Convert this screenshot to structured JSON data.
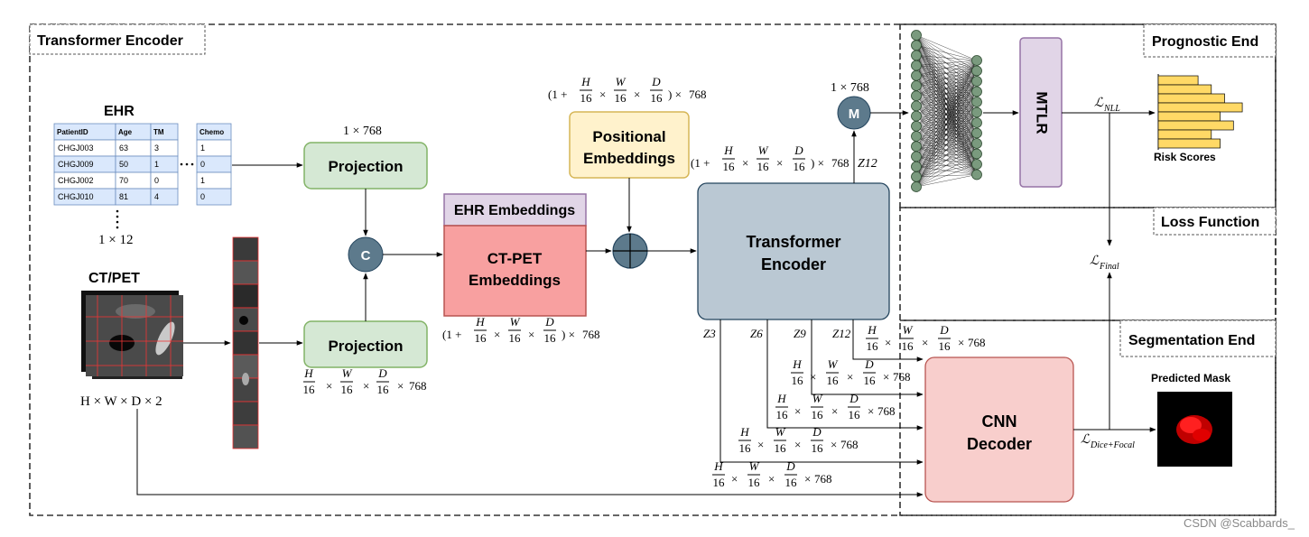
{
  "sections": {
    "transformer_encoder": "Transformer Encoder",
    "prognostic_end": "Prognostic End",
    "loss_function": "Loss Function",
    "segmentation_end": "Segmentation End"
  },
  "ehr": {
    "title": "EHR",
    "columns": [
      "PatientID",
      "Age",
      "TM",
      "Chemo"
    ],
    "rows": [
      [
        "CHGJ003",
        "63",
        "3",
        "1"
      ],
      [
        "CHGJ009",
        "50",
        "1",
        "0"
      ],
      [
        "CHGJ002",
        "70",
        "0",
        "1"
      ],
      [
        "CHGJ010",
        "81",
        "4",
        "0"
      ]
    ],
    "dim": "1 × 12"
  },
  "ctpet": {
    "title": "CT/PET",
    "dim": "H × W × D × 2"
  },
  "blocks": {
    "projection_top": "Projection",
    "projection_bottom": "Projection",
    "concat": "C",
    "ehr_embeddings": "EHR Embeddings",
    "ctpet_embeddings": [
      "CT-PET",
      "Embeddings"
    ],
    "positional_embeddings": [
      "Positional",
      "Embeddings"
    ],
    "transformer_encoder": [
      "Transformer",
      "Encoder"
    ],
    "mean": "M",
    "mtlr": "MTLR",
    "cnn_decoder": [
      "CNN",
      "Decoder"
    ]
  },
  "dims": {
    "proj_top": "1 × 768",
    "proj_bottom": "768",
    "embed_count": "768",
    "pos_embed": "768",
    "encoder_out": "768",
    "mean_out": "1 × 768",
    "skip": "768"
  },
  "skip_labels": [
    "Z3",
    "Z6",
    "Z9",
    "Z12"
  ],
  "z12_label": "Z12",
  "outputs": {
    "risk_scores": "Risk Scores",
    "predicted_mask": "Predicted Mask"
  },
  "losses": {
    "nll": "NLL",
    "final": "Final",
    "dice_focal": "Dice+Focal"
  },
  "watermark": "CSDN @Scabbards_",
  "risk_bars": [
    0.45,
    0.6,
    0.75,
    0.95,
    0.7,
    0.85,
    0.6,
    0.7
  ],
  "colors": {
    "green": "#d5e8d4",
    "green_border": "#82b366",
    "red": "#f8a0a0",
    "red_border": "#b85450",
    "purple": "#e1d5e7",
    "purple_border": "#9673a6",
    "yellow": "#fff2cc",
    "yellow_border": "#d6b656",
    "slate": "#bac8d3",
    "slate_border": "#23445d",
    "decoder": "#f8cecc",
    "node": "#5d7a8c",
    "neuron": "#7a9a7e",
    "bar": "#ffd966"
  }
}
